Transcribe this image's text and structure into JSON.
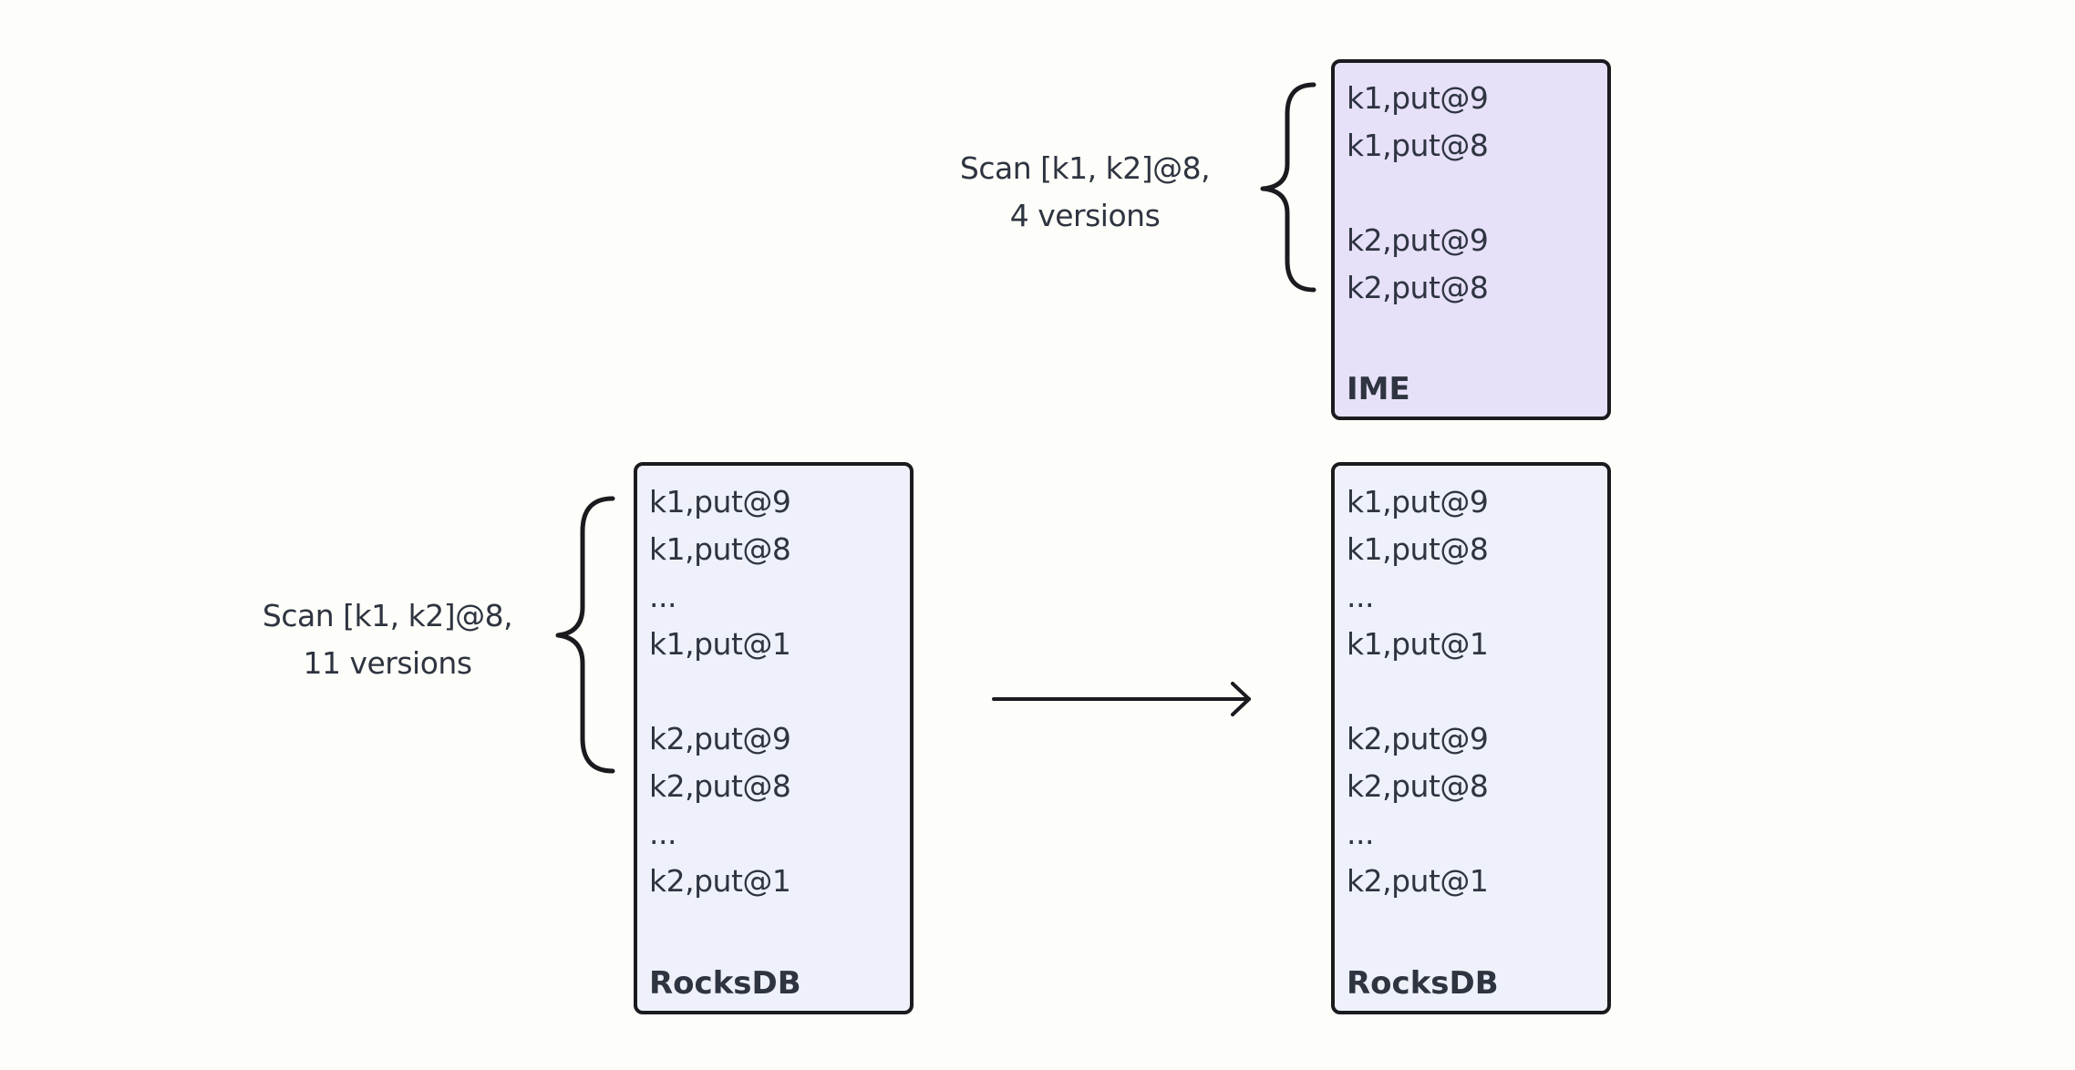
{
  "ime_box": {
    "title": "IME",
    "entries": [
      "k1,put@9",
      "k1,put@8",
      "k2,put@9",
      "k2,put@8"
    ]
  },
  "rocksdb_left": {
    "title": "RocksDB",
    "entries": [
      "k1,put@9",
      "k1,put@8",
      "...",
      "k1,put@1",
      "k2,put@9",
      "k2,put@8",
      "...",
      "k2,put@1"
    ]
  },
  "rocksdb_right": {
    "title": "RocksDB",
    "entries": [
      "k1,put@9",
      "k1,put@8",
      "...",
      "k1,put@1",
      "k2,put@9",
      "k2,put@8",
      "...",
      "k2,put@1"
    ]
  },
  "scan_ime": {
    "line1": "Scan [k1, k2]@8,",
    "line2": "4 versions"
  },
  "scan_rocksdb": {
    "line1": "Scan [k1, k2]@8,",
    "line2": "11 versions"
  }
}
